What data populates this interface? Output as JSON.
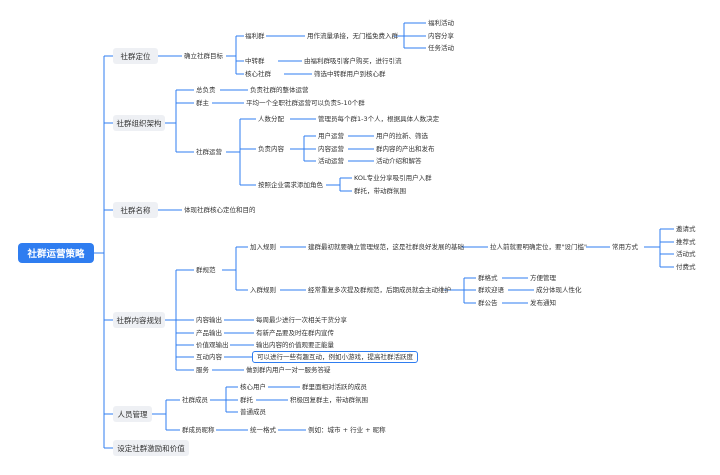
{
  "root": "社群运营策略",
  "branches": {
    "positioning": {
      "label": "社群定位",
      "goal": "确立社群目标",
      "welfare": "福利群",
      "welfare_desc": "用作流量承接，无门槛免费入群",
      "welfare_items": [
        "福利活动",
        "内容分享",
        "任务活动"
      ],
      "transfer": "中转群",
      "transfer_desc": "由福利群吸引客户购买，进行引流",
      "core": "核心社群",
      "core_desc": "筛选中转群用户到核心群"
    },
    "structure": {
      "label": "社群组织架构",
      "leader": "总负责",
      "leader_desc": "负责社群的整体运营",
      "owner": "群主",
      "owner_desc": "平均一个全职社群运营可以负责5-10个群",
      "ops": "社群运营",
      "staffing": "人数分配",
      "staffing_desc": "管理员每个群1-3个人，根据具体人数决定",
      "content": "负责内容",
      "content_items": [
        {
          "k": "用户运营",
          "v": "用户的拉新、筛选"
        },
        {
          "k": "内容运营",
          "v": "群内容的产出和发布"
        },
        {
          "k": "活动运营",
          "v": "活动介绍和解答"
        }
      ],
      "roles": "按照企业需求添加角色",
      "roles_items": [
        "KOL专业分享吸引用户入群",
        "群托，带动群氛围"
      ]
    },
    "name": {
      "label": "社群名称",
      "desc": "体现社群核心定位和目的"
    },
    "content_plan": {
      "label": "社群内容规划",
      "rules": "群规范",
      "join_rules": "加入规则",
      "join_desc": "建群最初就要确立管理规范，这是社群良好发展的基础",
      "join_desc2": "拉人前就要明确定位，要\"设门槛\"",
      "methods": "常用方式",
      "method_items": [
        "邀请式",
        "推荐式",
        "活动式",
        "付费式"
      ],
      "enter_rules": "入群规则",
      "enter_desc": "经常重复多次提及群规范，后期成员就会主动维护",
      "enter_items": [
        {
          "k": "群格式",
          "v": "方便管理"
        },
        {
          "k": "群欢迎语",
          "v": "成分体现人性化"
        },
        {
          "k": "群公告",
          "v": "发布通知"
        }
      ],
      "outputs": [
        {
          "k": "内容输出",
          "v": "每周最少进行一次相关干货分享"
        },
        {
          "k": "产品输出",
          "v": "有新产品要及时在群内宣传"
        },
        {
          "k": "价值观输出",
          "v": "输出内容的价值观要正能量"
        },
        {
          "k": "互动内容",
          "v": "可以进行一些有趣互动，例如小游戏，提高社群活跃度"
        },
        {
          "k": "服务",
          "v": "做到群内用户一对一服务答疑"
        }
      ]
    },
    "members": {
      "label": "人员管理",
      "members_node": "社群成员",
      "member_items": [
        {
          "k": "核心用户",
          "v": "群里面相对活跃的成员"
        },
        {
          "k": "群托",
          "v": "积极回复群主，带动群氛围"
        },
        {
          "k": "普通成员",
          "v": ""
        }
      ],
      "naming": "群成员昵称",
      "naming_rule": "统一格式",
      "naming_example": "例如：城市 + 行业 + 昵称"
    },
    "incentive": {
      "label": "设定社群激励和价值"
    }
  },
  "colors": {
    "accent": "#2f7df0",
    "box_bg": "#eef0f4",
    "text": "#333333"
  }
}
